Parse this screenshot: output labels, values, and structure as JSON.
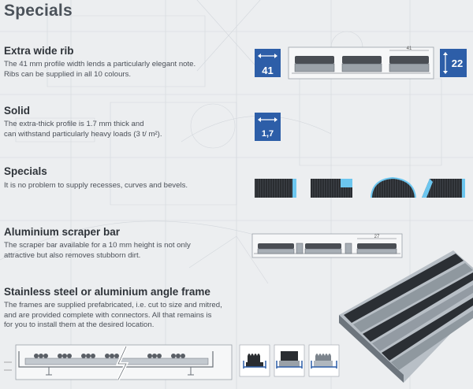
{
  "page_title": "Specials",
  "sections": {
    "extra_wide_rib": {
      "heading": "Extra wide rib",
      "lines": [
        "The 41 mm profile width lends a particularly elegant note.",
        "Ribs can be supplied in all 10 colours."
      ],
      "badge_width": "41",
      "badge_height": "22",
      "dimension": "41"
    },
    "solid": {
      "heading": "Solid",
      "lines": [
        "The extra-thick profile is 1.7 mm thick and",
        "can withstand particularly heavy loads (3 t/ m²)."
      ],
      "badge_value": "1,7"
    },
    "specials": {
      "heading": "Specials",
      "lines": [
        "It is no problem to supply recesses, curves and bevels."
      ]
    },
    "scraper_bar": {
      "heading": "Aluminium scraper bar",
      "lines": [
        "The scraper bar available for a 10 mm height is not only",
        "attractive but also removes stubborn dirt."
      ],
      "dimension": "27"
    },
    "angle_frame": {
      "heading": "Stainless steel or aluminium angle frame",
      "lines": [
        "The frames are supplied prefabricated, i.e. cut to size and mitred,",
        "and are provided complete with connectors.  All that remains is",
        "for you to install them at the desired location."
      ]
    }
  },
  "colors": {
    "badge_blue": "#2d5ea8",
    "accent_blue": "#6cc6ef",
    "mat_dark": "#2a2d31"
  }
}
